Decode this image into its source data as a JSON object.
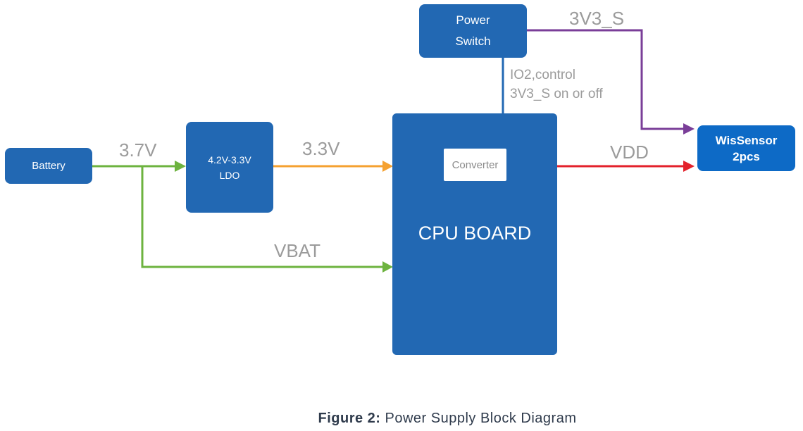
{
  "figure": {
    "caption_prefix": "Figure 2:",
    "caption_text": " Power Supply Block Diagram"
  },
  "blocks": {
    "battery": "Battery",
    "ldo_line1": "4.2V-3.3V",
    "ldo_line2": "LDO",
    "power_switch_line1": "Power",
    "power_switch_line2": "Switch",
    "cpu_board": "CPU BOARD",
    "converter": "Converter",
    "wissensor_line1": "WisSensor",
    "wissensor_line2": "2pcs"
  },
  "signals": {
    "battery_out": "3.7V",
    "ldo_out": "3.3V",
    "vbat": "VBAT",
    "vdd": "VDD",
    "switched": "3V3_S",
    "control_line1": "IO2,control",
    "control_line2": "3V3_S on or off"
  },
  "colors": {
    "block_blue": "#2268b3",
    "sensor_blue": "#0d6ac6",
    "green_line": "#6db33f",
    "orange_line": "#f5a130",
    "red_line": "#e3212b",
    "purple_line": "#7a3e98",
    "label_gray": "#9b9b9b"
  }
}
